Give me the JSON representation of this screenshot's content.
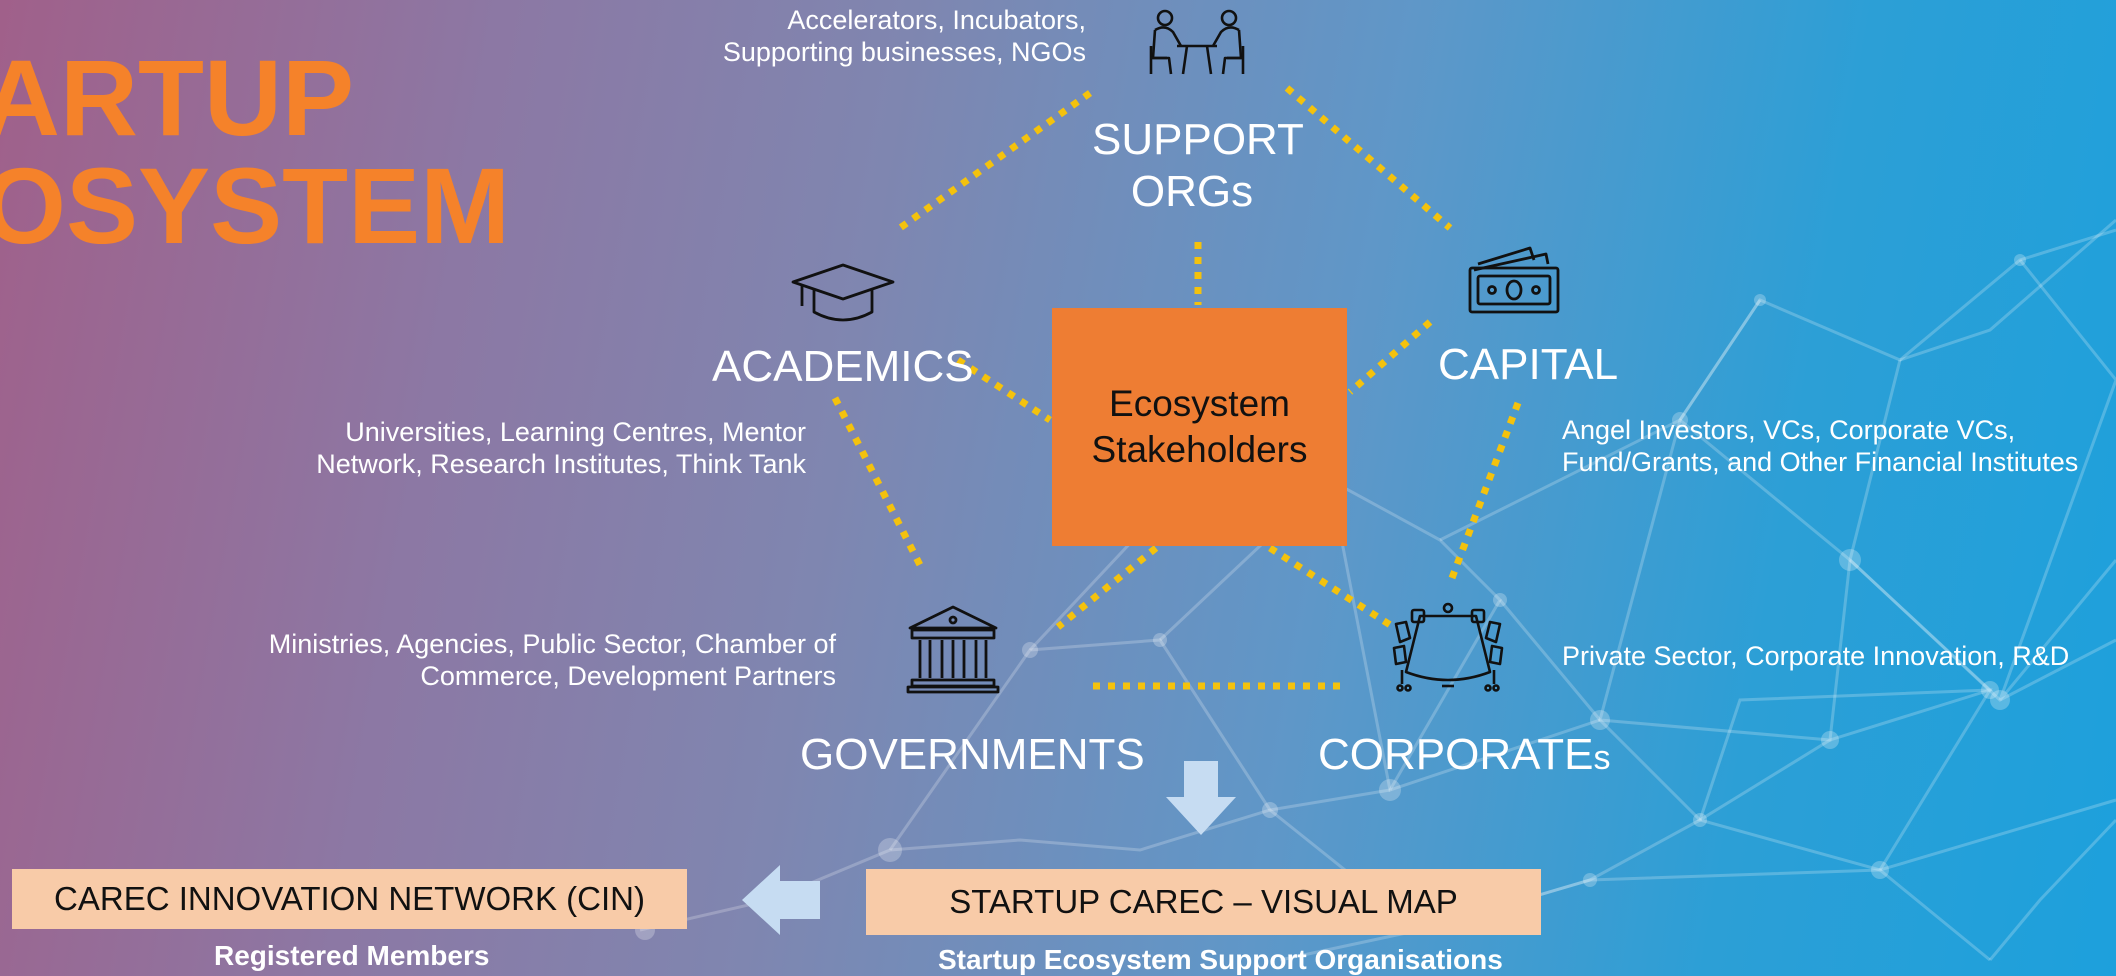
{
  "title": {
    "line1": "ARTUP",
    "line2": "OSYSTEM"
  },
  "center": {
    "line1": "Ecosystem",
    "line2": "Stakeholders"
  },
  "nodes": {
    "support": {
      "line1": "SUPPORT",
      "line2": "ORGs",
      "desc1": "Accelerators, Incubators,",
      "desc2": "Supporting businesses, NGOs",
      "icon": "meeting-people-icon"
    },
    "academics": {
      "label": "ACADEMICS",
      "desc1": "Universities, Learning Centres, Mentor",
      "desc2": "Network, Research Institutes, Think Tank",
      "icon": "graduation-cap-icon"
    },
    "capital": {
      "label": "CAPITAL",
      "desc1": "Angel Investors, VCs, Corporate VCs,",
      "desc2": "Fund/Grants, and Other Financial Institutes",
      "icon": "money-icon"
    },
    "governments": {
      "label": "GOVERNMENTS",
      "desc1": "Ministries, Agencies, Public Sector, Chamber of",
      "desc2": "Commerce, Development Partners",
      "icon": "government-building-icon"
    },
    "corporates": {
      "label_main": "CORPORATE",
      "label_suffix": "s",
      "desc1": "Private Sector, Corporate Innovation, R&D",
      "icon": "conference-table-icon"
    }
  },
  "bottom": {
    "cin_label": "CAREC INNOVATION NETWORK (CIN)",
    "cin_caption": "Registered Members",
    "map_label": "STARTUP CAREC – VISUAL MAP",
    "map_caption": "Startup Ecosystem Support Organisations"
  },
  "colors": {
    "accent_orange": "#f5822a",
    "center_box": "#ee7d33",
    "peach": "#f8cba8",
    "dots": "#f4c20d"
  }
}
